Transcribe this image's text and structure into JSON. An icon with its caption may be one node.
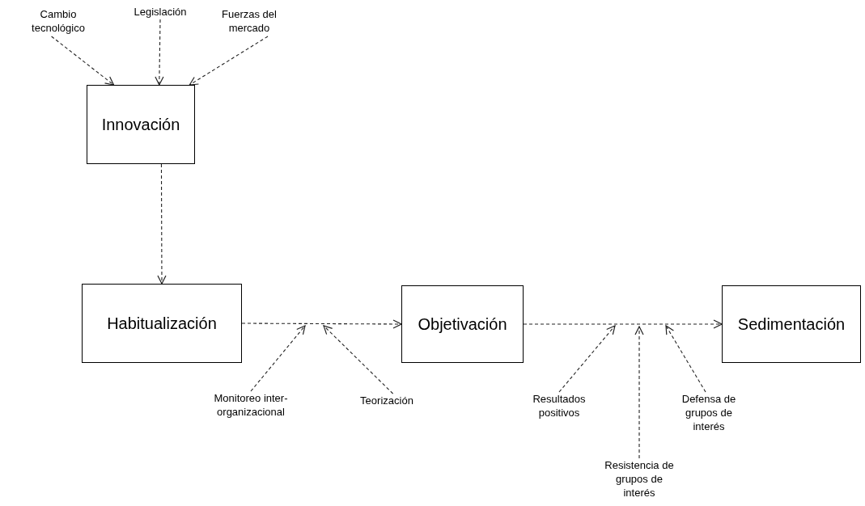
{
  "diagram": {
    "nodes": [
      {
        "text": [
          "Cambio tecnológico"
        ]
      },
      {
        "text": [
          "Legislación"
        ]
      },
      {
        "text": [
          "Fuerzas del mercado"
        ]
      },
      {
        "text": [
          "Innovación"
        ]
      },
      {
        "text": [
          "Habitualización"
        ]
      },
      {
        "text": [
          "Objetivación"
        ]
      },
      {
        "text": [
          "Sedimentación"
        ]
      },
      {
        "text": [
          "Monitoreo inter-organizacional"
        ]
      },
      {
        "text": [
          "Teorización"
        ]
      },
      {
        "text": [
          "Resultados positivos"
        ]
      },
      {
        "text": [
          "Resistencia de grupos de interés"
        ]
      },
      {
        "text": [
          "Defensa de grupos de interés"
        ]
      }
    ],
    "edges": [
      {
        "from": 0,
        "to": 3,
        "arrow": "to"
      },
      {
        "from": 1,
        "to": 3,
        "arrow": "to"
      },
      {
        "from": 2,
        "to": 3,
        "arrow": "to"
      },
      {
        "from": 3,
        "to": 4,
        "arrow": "to"
      },
      {
        "from": 4,
        "to": 5,
        "arrow": "to"
      },
      {
        "from": 5,
        "to": 6,
        "arrow": "to"
      },
      {
        "from": 7,
        "to": null,
        "arrow": "to"
      },
      {
        "from": 8,
        "to": null,
        "arrow": "to"
      },
      {
        "from": 9,
        "to": null,
        "arrow": "to"
      },
      {
        "from": 10,
        "to": null,
        "arrow": "to"
      },
      {
        "from": 11,
        "to": null,
        "arrow": "to"
      }
    ]
  }
}
